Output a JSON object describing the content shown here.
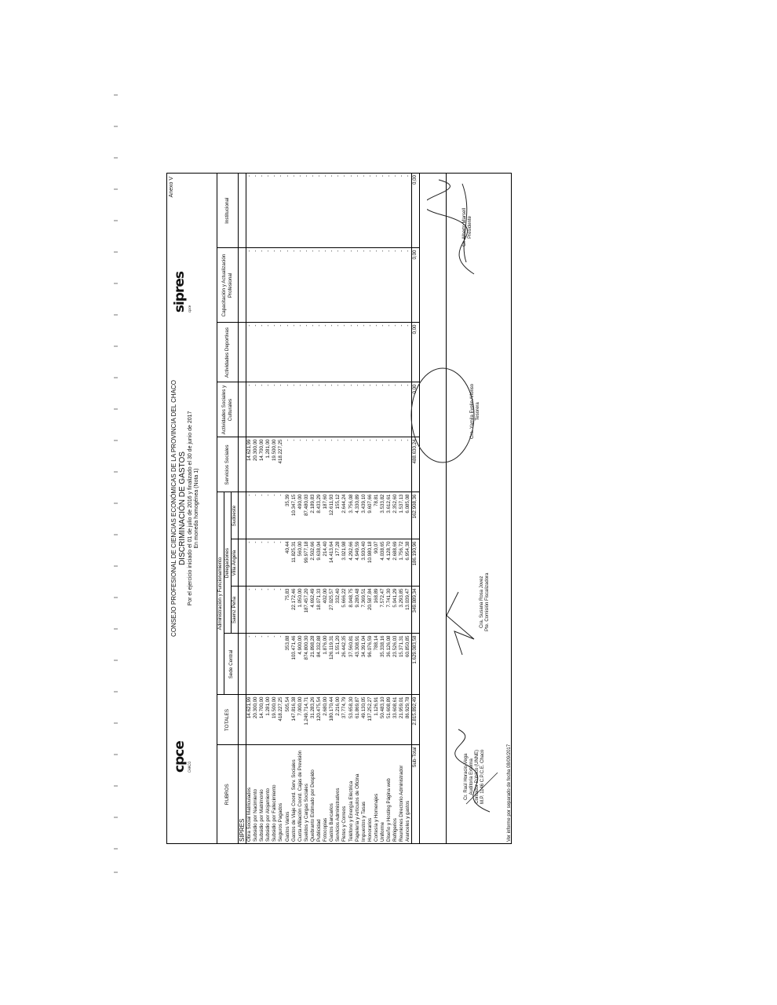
{
  "sheet": {
    "annex": "Anexo V",
    "logo_left": "cpce",
    "logo_left_sub": "CHACO",
    "logo_right": "sipres",
    "logo_right_sub": "cpce",
    "title_org": "CONSEJO PROFESIONAL DE CIENCIAS ECONÓMICAS DE LA PROVINCIA DEL CHACO",
    "title_main": "DISCRIMINACIÓN DE GASTOS",
    "period": "Por el ejercicio iniciado el 01 de julio de 2016 y finalizado el 30 de junio de 2017",
    "currency_note": "En moneda homogénea (Nota 1)"
  },
  "table": {
    "headers": {
      "rubros": "RUBROS",
      "totales": "TOTALES",
      "admin": "Administración y Funcionamiento",
      "sede": "Sede Central",
      "delegaciones": "Delegaciones",
      "saenz": "Saenz Peña",
      "villa": "Villa Angela",
      "sudoeste": "Sudoeste",
      "servicios": "Servicios Sociales",
      "actividades_soc": "Actividades Sociales y Culturales",
      "actividades_dep": "Actividades Deportivas",
      "capacitacion": "Capacitación y Actualización Profesional",
      "institucional": "Institucional"
    },
    "section": "SIPRES",
    "rows": [
      {
        "rubro": "Obra Social Matriculados",
        "totales": "14.621,99",
        "sede": "-",
        "saenz": "-",
        "villa": "-",
        "sudoeste": "-",
        "servicios": "14.621,99",
        "act_soc": "-",
        "act_dep": "-",
        "capac": "-",
        "inst": "-"
      },
      {
        "rubro": "Subsidio por Nacimiento",
        "totales": "20.300,00",
        "sede": "-",
        "saenz": "-",
        "villa": "-",
        "sudoeste": "-",
        "servicios": "20.300,00",
        "act_soc": "-",
        "act_dep": "-",
        "capac": "-",
        "inst": "-"
      },
      {
        "rubro": "Subsidio por Matrimonio",
        "totales": "14.700,00",
        "sede": "-",
        "saenz": "-",
        "villa": "-",
        "sudoeste": "-",
        "servicios": "14.700,00",
        "act_soc": "-",
        "act_dep": "-",
        "capac": "-",
        "inst": "-"
      },
      {
        "rubro": "Subsidio por Alojamiento",
        "totales": "1.281,00",
        "sede": "-",
        "saenz": "-",
        "villa": "-",
        "sudoeste": "-",
        "servicios": "1.281,00",
        "act_soc": "-",
        "act_dep": "-",
        "capac": "-",
        "inst": "-"
      },
      {
        "rubro": "Subsidio por Fallecimiento",
        "totales": "19.500,00",
        "sede": "-",
        "saenz": "-",
        "villa": "-",
        "sudoeste": "-",
        "servicios": "19.500,00",
        "act_soc": "-",
        "act_dep": "-",
        "capac": "-",
        "inst": "-"
      },
      {
        "rubro": "Seguros Pagados",
        "totales": "418.227,25",
        "sede": "-",
        "saenz": "-",
        "villa": "-",
        "sudoeste": "-",
        "servicios": "418.227,25",
        "act_soc": "-",
        "act_dep": "-",
        "capac": "-",
        "inst": "-"
      },
      {
        "rubro": "Gastos Varios",
        "totales": "505,54",
        "sede": "353,88",
        "saenz": "75,83",
        "villa": "40,44",
        "sudoeste": "35,39",
        "servicios": "-",
        "act_soc": "-",
        "act_dep": "-",
        "capac": "-",
        "inst": "-"
      },
      {
        "rubro": "Gastos de Viaje Coord. Serv. Sociales",
        "totales": "147.816,38",
        "sede": "103.471,46",
        "saenz": "22.172,46",
        "villa": "11.825,31",
        "sudoeste": "10.347,15",
        "servicios": "-",
        "act_soc": "-",
        "act_dep": "-",
        "capac": "-",
        "inst": "-"
      },
      {
        "rubro": "Cuota Afiliación Coord. Cajas de Previsión",
        "totales": "7.000,00",
        "sede": "4.900,00",
        "saenz": "1.050,00",
        "villa": "560,00",
        "sudoeste": "490,00",
        "servicios": "-",
        "act_soc": "-",
        "act_dep": "-",
        "capac": "-",
        "inst": "-"
      },
      {
        "rubro": "Sueldos y Cargas Sociales",
        "totales": "1.249.714,71",
        "sede": "874.800,30",
        "saenz": "187.457,20",
        "villa": "99.977,18",
        "sudoeste": "87.480,03",
        "servicios": "-",
        "act_soc": "-",
        "act_dep": "-",
        "capac": "-",
        "inst": "-"
      },
      {
        "rubro": "Quebranto Estimado por Despido",
        "totales": "31.283,26",
        "sede": "21.898,28",
        "saenz": "4.692,49",
        "villa": "2.502,66",
        "sudoeste": "2.189,83",
        "servicios": "-",
        "act_soc": "-",
        "act_dep": "-",
        "capac": "-",
        "inst": "-"
      },
      {
        "rubro": "Publicidad",
        "totales": "120.475,54",
        "sede": "84.332,88",
        "saenz": "18.071,33",
        "villa": "9.638,04",
        "sudoeste": "8.433,29",
        "servicios": "-",
        "act_soc": "-",
        "act_dep": "-",
        "capac": "-",
        "inst": "-"
      },
      {
        "rubro": "Fotocopias",
        "totales": "2.680,00",
        "sede": "1.876,00",
        "saenz": "402,00",
        "villa": "214,40",
        "sudoeste": "187,60",
        "servicios": "-",
        "act_soc": "-",
        "act_dep": "-",
        "capac": "-",
        "inst": "-"
      },
      {
        "rubro": "Gastos Bancarios",
        "totales": "180.170,44",
        "sede": "126.119,31",
        "saenz": "27.025,57",
        "villa": "14.413,64",
        "sudoeste": "12.611,93",
        "servicios": "-",
        "act_soc": "-",
        "act_dep": "-",
        "capac": "-",
        "inst": "-"
      },
      {
        "rubro": "Servicios Administrativos",
        "totales": "2.216,00",
        "sede": "1.551,20",
        "saenz": "332,40",
        "villa": "177,28",
        "sudoeste": "155,12",
        "servicios": "-",
        "act_soc": "-",
        "act_dep": "-",
        "capac": "-",
        "inst": "-"
      },
      {
        "rubro": "Fletes y Correos",
        "totales": "37.774,79",
        "sede": "26.442,35",
        "saenz": "5.666,22",
        "villa": "3.021,98",
        "sudoeste": "2.644,24",
        "servicios": "-",
        "act_soc": "-",
        "act_dep": "-",
        "capac": "-",
        "inst": "-"
      },
      {
        "rubro": "Teléfono y Energía Eléctrica",
        "totales": "53.658,30",
        "sede": "37.560,81",
        "saenz": "8.048,75",
        "villa": "4.292,66",
        "sudoeste": "3.756,08",
        "servicios": "-",
        "act_soc": "-",
        "act_dep": "-",
        "capac": "-",
        "inst": "-"
      },
      {
        "rubro": "Papelería y Artículos de Oficina",
        "totales": "61.869,87",
        "sede": "43.308,91",
        "saenz": "9.280,48",
        "villa": "4.949,59",
        "sudoeste": "4.330,89",
        "servicios": "-",
        "act_soc": "-",
        "act_dep": "-",
        "capac": "-",
        "inst": "-"
      },
      {
        "rubro": "Impuestos y Tasas",
        "totales": "49.130,05",
        "sede": "34.391,04",
        "saenz": "7.369,51",
        "villa": "3.930,40",
        "sudoeste": "3.439,10",
        "servicios": "-",
        "act_soc": "-",
        "act_dep": "-",
        "capac": "-",
        "inst": "-"
      },
      {
        "rubro": "Honorarios",
        "totales": "137.252,27",
        "sede": "96.076,59",
        "saenz": "20.587,84",
        "villa": "10.980,18",
        "sudoeste": "9.607,66",
        "servicios": "-",
        "act_soc": "-",
        "act_dep": "-",
        "capac": "-",
        "inst": "-"
      },
      {
        "rubro": "Cortesía y Homenajes",
        "totales": "1.126,91",
        "sede": "788,14",
        "saenz": "168,89",
        "villa": "90,07",
        "sudoeste": "78,81",
        "servicios": "-",
        "act_soc": "-",
        "act_dep": "-",
        "capac": "-",
        "inst": "-"
      },
      {
        "rubro": "Uniforme",
        "totales": "50.483,10",
        "sede": "35.338,16",
        "saenz": "7.572,47",
        "villa": "4.038,65",
        "sudoeste": "3.533,82",
        "servicios": "-",
        "act_soc": "-",
        "act_dep": "-",
        "capac": "-",
        "inst": "-"
      },
      {
        "rubro": "Diseño y Hosting Página web",
        "totales": "51.608,89",
        "sede": "36.126,08",
        "saenz": "7.741,30",
        "villa": "4.128,70",
        "sudoeste": "3.612,61",
        "servicios": "-",
        "act_soc": "-",
        "act_dep": "-",
        "capac": "-",
        "inst": "-"
      },
      {
        "rubro": "Refrigerios",
        "totales": "33.608,61",
        "sede": "23.526,03",
        "saenz": "5.041,29",
        "villa": "2.688,69",
        "sudoeste": "2.352,60",
        "servicios": "-",
        "act_soc": "-",
        "act_dep": "-",
        "capac": "-",
        "inst": "-"
      },
      {
        "rubro": "Reuniones Directorio Administrador",
        "totales": "21.959,01",
        "sede": "15.371,31",
        "saenz": "3.293,85",
        "villa": "1.756,72",
        "sudoeste": "1.537,13",
        "servicios": "-",
        "act_soc": "-",
        "act_dep": "-",
        "capac": "-",
        "inst": "-"
      },
      {
        "rubro": "Aranceles y gastos",
        "totales": "86.929,78",
        "sede": "60.850,85",
        "saenz": "13.039,47",
        "villa": "6.954,38",
        "sudoeste": "6.085,08",
        "servicios": "-",
        "act_soc": "-",
        "act_dep": "-",
        "capac": "-",
        "inst": "-"
      }
    ],
    "subtotal": {
      "label": "Sub-Total",
      "totales": "2.815.892,49",
      "sede": "1.629.083,58",
      "saenz": "349.089,34",
      "villa": "186.190,96",
      "sudoeste": "162.908,36",
      "servicios": "488.630,24",
      "act_soc": "0,00",
      "act_dep": "0,00",
      "capac": "0,00",
      "inst": "0,00"
    }
  },
  "signatures": {
    "auditor": [
      "Cr. Raúl Horacio Vega",
      "Auditoría Externa",
      "Contador Público (UNNE)",
      "M.P. 1146 C.P.C.E. Chaco"
    ],
    "note": "Ver informe por separado de fecha 08/09/2017",
    "comision": [
      "Cra. Susana Rosa Jovez",
      "Pte. Comisión Fiscalizadora"
    ],
    "tesorera": [
      "Cra. Yamila Evelin Alfonso",
      "Tesorera"
    ],
    "presidente": [
      "Cr. Alberto Marsell",
      "Presidente"
    ]
  }
}
